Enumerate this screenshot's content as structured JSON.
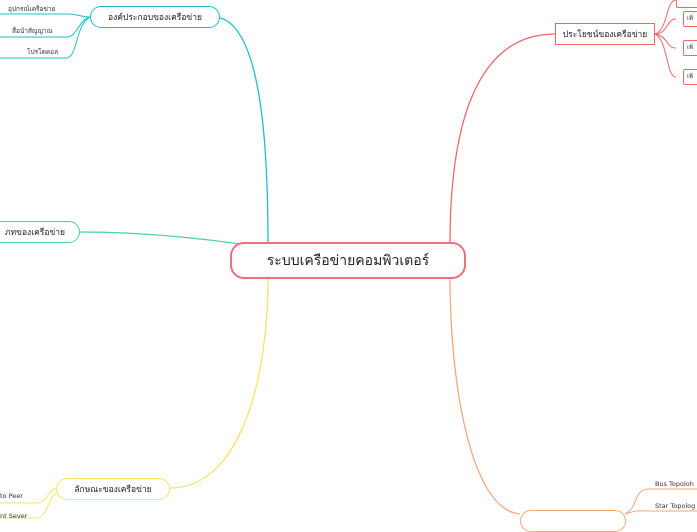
{
  "central_topic": "ระบบเครือข่ายคอมพิวเตอร์",
  "branches": {
    "components": {
      "label": "องค์ประกอบของเครือข่าย",
      "color": "#1fbfc8",
      "children": [
        "อุปกรณ์เครือข่าย",
        "สื่อนำสัญญาณ",
        "โปรโตคอล"
      ]
    },
    "types": {
      "label": "ภทของเครือข่าย",
      "color": "#4cd19c",
      "children": []
    },
    "characteristics": {
      "label": "ลักษณะของเครือข่าย",
      "color": "#f5e36a",
      "children": [
        "to Peer",
        "nt Sever"
      ]
    },
    "benefits": {
      "label": "ประโยชน์ของเครือข่าย",
      "color": "#ea6a6a",
      "children": [
        "เพิ่",
        "เพิ่",
        "เพิ่"
      ]
    },
    "topology": {
      "label": "",
      "color": "#f7a77a",
      "children": [
        "Bus Topoloh",
        "Star Topolog"
      ]
    }
  }
}
